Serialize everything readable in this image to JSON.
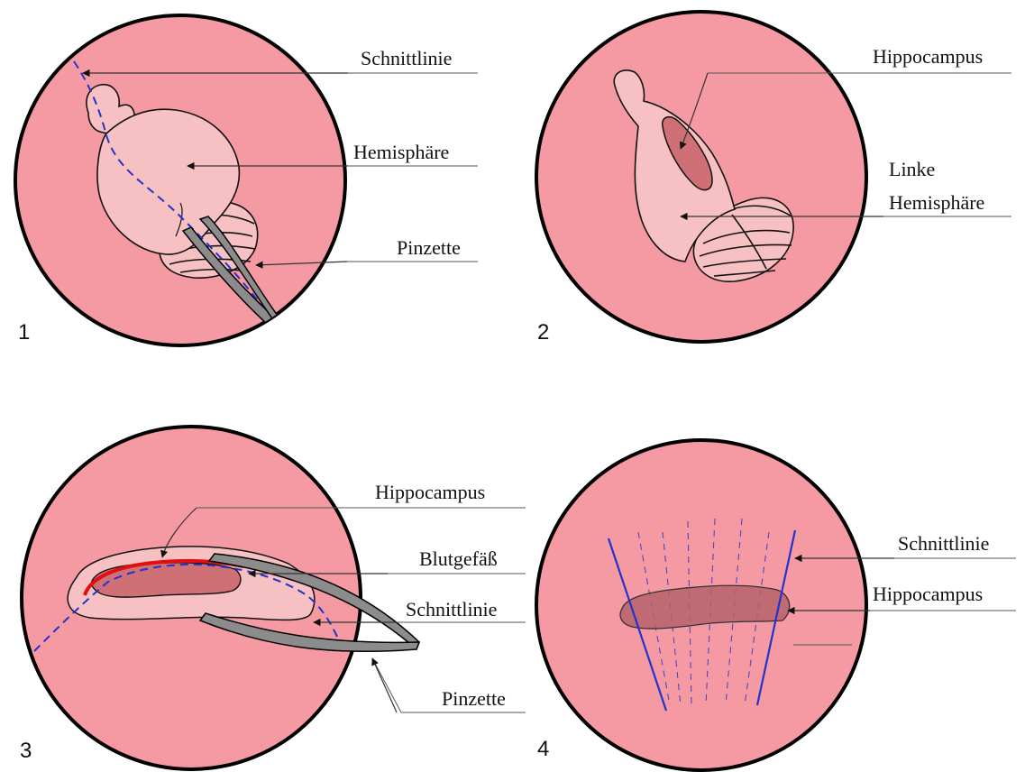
{
  "colors": {
    "dish": "#f59aa3",
    "dish_outline": "#000000",
    "tissue": "#f7c0c2",
    "hippocampus": "#cf7076",
    "forceps": "#8c8c8c",
    "cut_line": "#2233cc",
    "blood_vessel": "#e01010"
  },
  "panels": [
    {
      "number": "1",
      "labels": {
        "cut_line": "Schnittlinie",
        "hemisphere": "Hemisphäre",
        "forceps": "Pinzette"
      }
    },
    {
      "number": "2",
      "labels": {
        "hippocampus": "Hippocampus",
        "left_hemisphere_1": "Linke",
        "left_hemisphere_2": "Hemisphäre"
      }
    },
    {
      "number": "3",
      "labels": {
        "hippocampus": "Hippocampus",
        "blood_vessel": "Blutgefäß",
        "cut_line": "Schnittlinie",
        "forceps": "Pinzette"
      }
    },
    {
      "number": "4",
      "labels": {
        "cut_line": "Schnittlinie",
        "hippocampus": "Hippocampus"
      }
    }
  ]
}
